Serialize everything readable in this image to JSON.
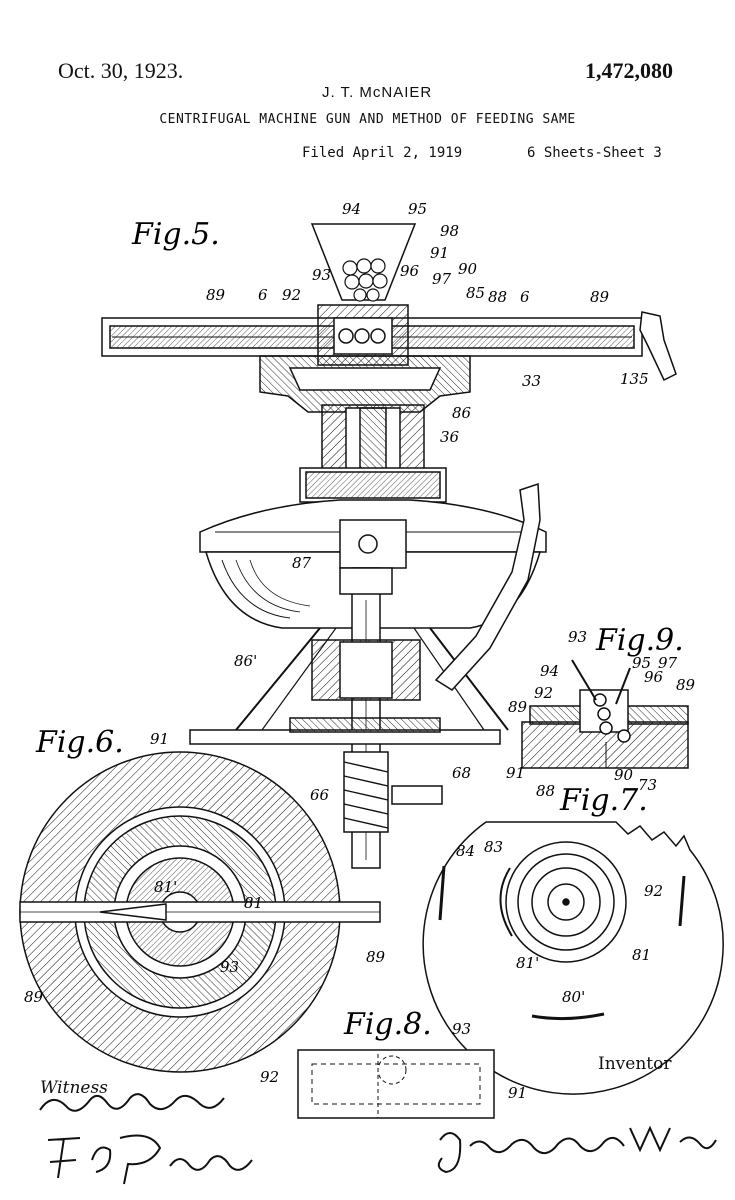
{
  "header": {
    "date": "Oct. 30, 1923.",
    "patent_number": "1,472,080",
    "inventor": "J. T. McNAIER",
    "title": "CENTRIFUGAL MACHINE GUN AND METHOD OF FEEDING SAME",
    "filed": "Filed April 2, 1919",
    "sheets": "6 Sheets-Sheet 3"
  },
  "figures": {
    "fig5": "Fig.5.",
    "fig6": "Fig.6.",
    "fig7": "Fig.7.",
    "fig8": "Fig.8.",
    "fig9": "Fig.9."
  },
  "labels": {
    "fig5": [
      "94",
      "95",
      "98",
      "96",
      "91",
      "97",
      "90",
      "93",
      "89",
      "6",
      "92",
      "85",
      "88",
      "6",
      "89",
      "33",
      "135",
      "86",
      "36",
      "87",
      "86'",
      "66",
      "68"
    ],
    "fig6": [
      "91",
      "81'",
      "81",
      "93",
      "89",
      "89",
      "92"
    ],
    "fig7": [
      "84",
      "83",
      "92",
      "81",
      "81'",
      "80'"
    ],
    "fig8": [
      "93",
      "91"
    ],
    "fig9": [
      "93",
      "94",
      "95",
      "97",
      "96",
      "89",
      "92",
      "89",
      "91",
      "88",
      "90",
      "73"
    ]
  },
  "signatures": {
    "witness_label": "Witness",
    "inventor_label": "Inventor"
  }
}
